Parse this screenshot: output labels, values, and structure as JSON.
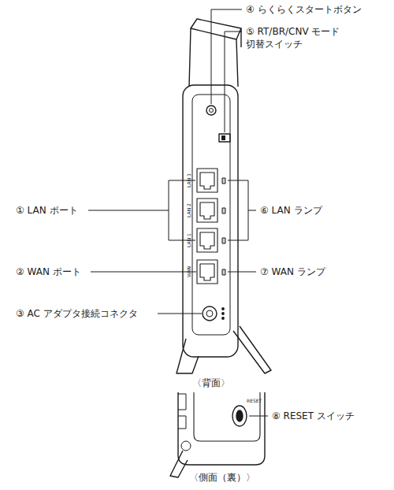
{
  "diagram": {
    "labels": [
      "④ らくらくスタートボタン",
      "⑤ RT/BR/CNV モード 切替スイッチ",
      "① LAN ポート",
      "⑥ LAN ランプ",
      "② WAN ポート",
      "⑦ WAN ランプ",
      "③ AC アダプタ接続コネクタ",
      "〈背面〉",
      "⑧ RESET スイッチ",
      "〈側面（裏）〉",
      "LAN 3",
      "LAN 2",
      "LAN 1",
      "WAN",
      "RESET"
    ]
  }
}
